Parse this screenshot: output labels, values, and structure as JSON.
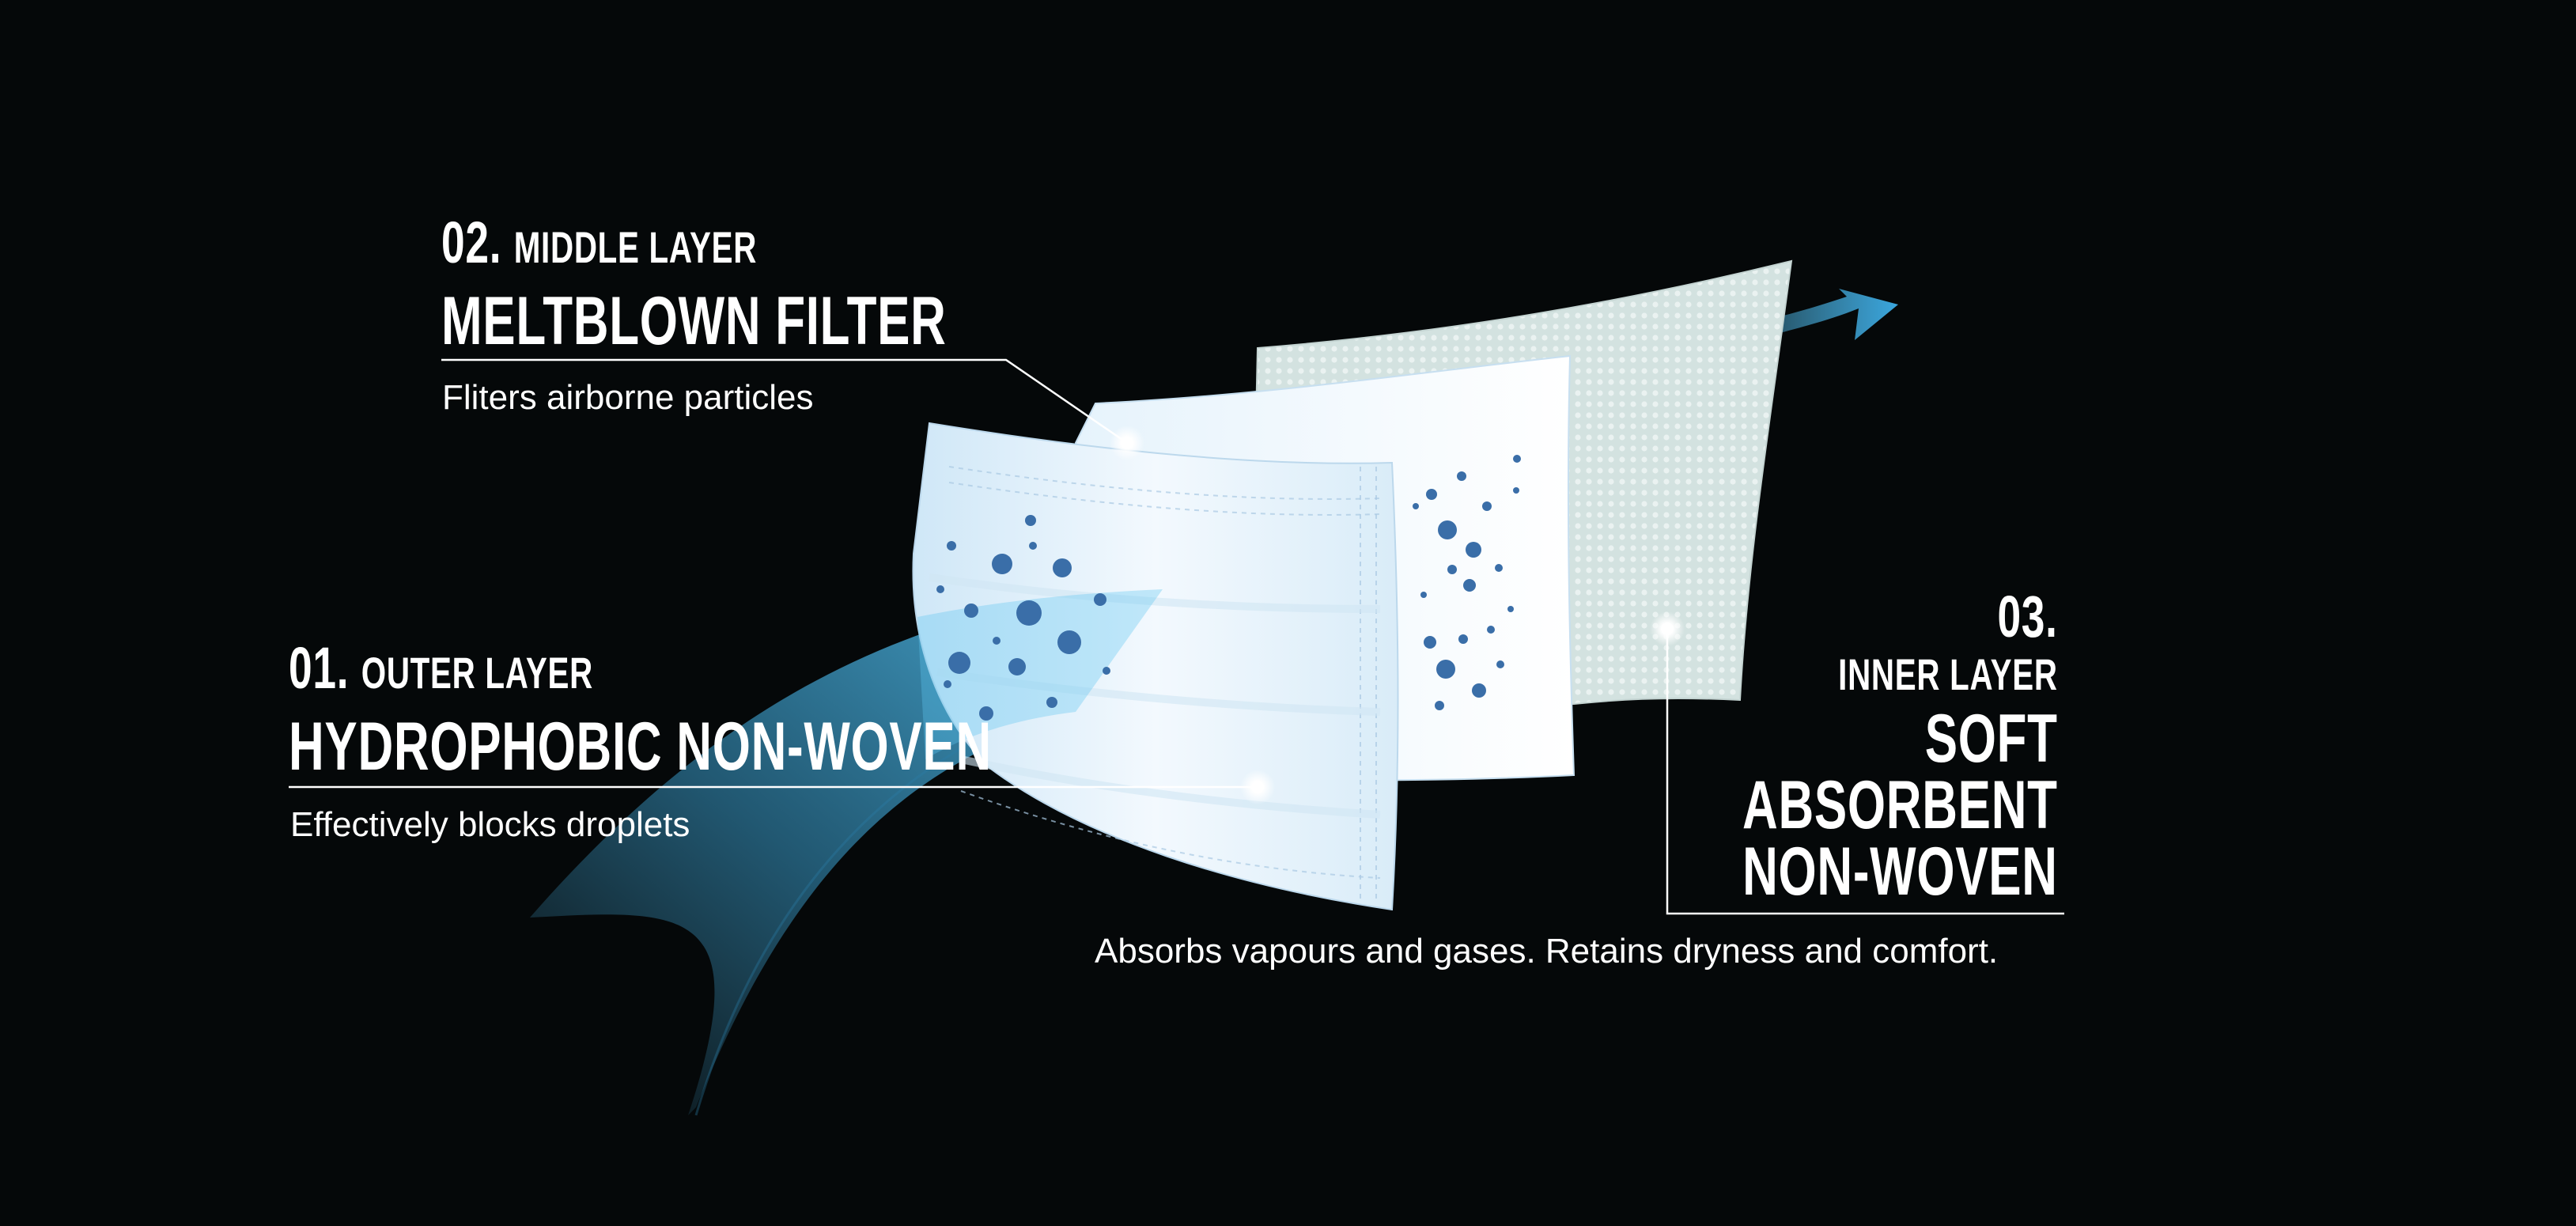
{
  "layers": [
    {
      "number": "01.",
      "name": "OUTER LAYER",
      "title": "HYDROPHOBIC NON-WOVEN",
      "description": "Effectively blocks droplets"
    },
    {
      "number": "02.",
      "name": "MIDDLE LAYER",
      "title": "MELTBLOWN FILTER",
      "description": "Fliters airborne particles"
    },
    {
      "number": "03.",
      "name": "INNER LAYER",
      "title_lines": [
        "SOFT",
        "ABSORBENT",
        "NON-WOVEN"
      ],
      "description": "Absorbs vapours and gases. Retains dryness and comfort."
    }
  ],
  "colors": {
    "background": "#050809",
    "airflow": "#4fb8e8",
    "particles": "#3a6ea8",
    "layer_outer": "#eaf5fc",
    "layer_middle": "#f2f9fe",
    "layer_inner": "#d6e4e2",
    "text": "#ffffff"
  }
}
